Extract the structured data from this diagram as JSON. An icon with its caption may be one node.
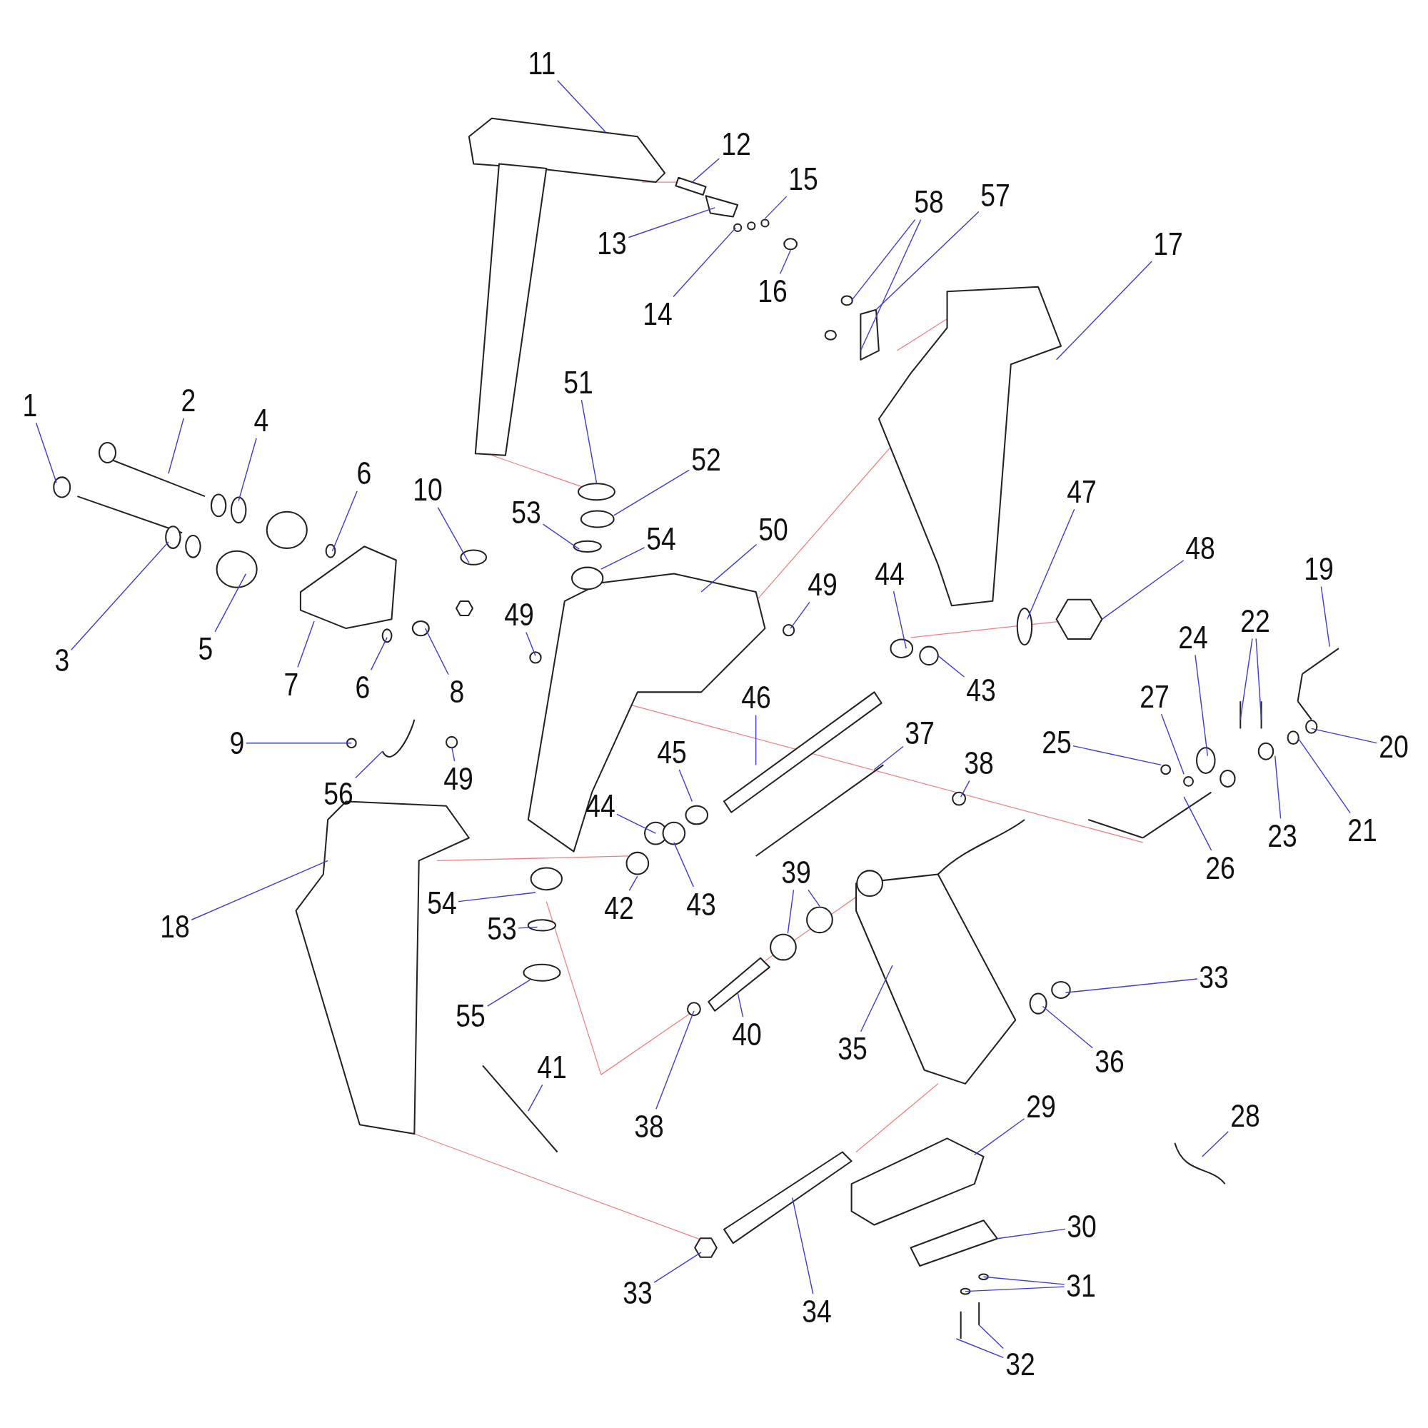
{
  "diagram": {
    "nodes": [
      {
        "text": [
          "11"
        ]
      },
      {
        "text": [
          "12"
        ]
      },
      {
        "text": [
          "15"
        ]
      },
      {
        "text": [
          "57"
        ]
      },
      {
        "text": [
          "58"
        ]
      },
      {
        "text": [
          "13"
        ]
      },
      {
        "text": [
          "17"
        ]
      },
      {
        "text": [
          "16"
        ]
      },
      {
        "text": [
          "14"
        ]
      },
      {
        "text": [
          "51"
        ]
      },
      {
        "text": [
          "2"
        ]
      },
      {
        "text": [
          "1"
        ]
      },
      {
        "text": [
          "4"
        ]
      },
      {
        "text": [
          "52"
        ]
      },
      {
        "text": [
          "6"
        ]
      },
      {
        "text": [
          "10"
        ]
      },
      {
        "text": [
          "47"
        ]
      },
      {
        "text": [
          "53"
        ]
      },
      {
        "text": [
          "50"
        ]
      },
      {
        "text": [
          "54"
        ]
      },
      {
        "text": [
          "48"
        ]
      },
      {
        "text": [
          "19"
        ]
      },
      {
        "text": [
          "44"
        ]
      },
      {
        "text": [
          "49"
        ]
      },
      {
        "text": [
          "49"
        ]
      },
      {
        "text": [
          "22"
        ]
      },
      {
        "text": [
          "24"
        ]
      },
      {
        "text": [
          "5"
        ]
      },
      {
        "text": [
          "3"
        ]
      },
      {
        "text": [
          "7"
        ]
      },
      {
        "text": [
          "6"
        ]
      },
      {
        "text": [
          "43"
        ]
      },
      {
        "text": [
          "46"
        ]
      },
      {
        "text": [
          "8"
        ]
      },
      {
        "text": [
          "27"
        ]
      },
      {
        "text": [
          "37"
        ]
      },
      {
        "text": [
          "25"
        ]
      },
      {
        "text": [
          "9"
        ]
      },
      {
        "text": [
          "20"
        ]
      },
      {
        "text": [
          "45"
        ]
      },
      {
        "text": [
          "38"
        ]
      },
      {
        "text": [
          "49"
        ]
      },
      {
        "text": [
          "56"
        ]
      },
      {
        "text": [
          "44"
        ]
      },
      {
        "text": [
          "21"
        ]
      },
      {
        "text": [
          "23"
        ]
      },
      {
        "text": [
          "26"
        ]
      },
      {
        "text": [
          "39"
        ]
      },
      {
        "text": [
          "54"
        ]
      },
      {
        "text": [
          "43"
        ]
      },
      {
        "text": [
          "42"
        ]
      },
      {
        "text": [
          "18"
        ]
      },
      {
        "text": [
          "53"
        ]
      },
      {
        "text": [
          "33"
        ]
      },
      {
        "text": [
          "55"
        ]
      },
      {
        "text": [
          "40"
        ]
      },
      {
        "text": [
          "35"
        ]
      },
      {
        "text": [
          "36"
        ]
      },
      {
        "text": [
          "41"
        ]
      },
      {
        "text": [
          "29"
        ]
      },
      {
        "text": [
          "28"
        ]
      },
      {
        "text": [
          "38"
        ]
      },
      {
        "text": [
          "30"
        ]
      },
      {
        "text": [
          "31"
        ]
      },
      {
        "text": [
          "33"
        ]
      },
      {
        "text": [
          "34"
        ]
      },
      {
        "text": [
          "32"
        ]
      }
    ],
    "edges": [
      {
        "from": 0,
        "to": null,
        "arrow": "none"
      },
      {
        "from": 1,
        "to": null,
        "arrow": "none"
      },
      {
        "from": 2,
        "to": null,
        "arrow": "none"
      },
      {
        "from": 3,
        "to": null,
        "arrow": "none"
      },
      {
        "from": 4,
        "to": null,
        "arrow": "none"
      },
      {
        "from": 4,
        "to": null,
        "arrow": "none"
      },
      {
        "from": 5,
        "to": null,
        "arrow": "none"
      },
      {
        "from": 6,
        "to": null,
        "arrow": "none"
      },
      {
        "from": 7,
        "to": null,
        "arrow": "none"
      },
      {
        "from": 8,
        "to": null,
        "arrow": "none"
      },
      {
        "from": 9,
        "to": null,
        "arrow": "none"
      },
      {
        "from": 10,
        "to": null,
        "arrow": "none"
      },
      {
        "from": 11,
        "to": null,
        "arrow": "none"
      },
      {
        "from": 12,
        "to": null,
        "arrow": "none"
      },
      {
        "from": 13,
        "to": null,
        "arrow": "none"
      },
      {
        "from": 14,
        "to": null,
        "arrow": "none"
      },
      {
        "from": 15,
        "to": null,
        "arrow": "none"
      },
      {
        "from": 16,
        "to": null,
        "arrow": "none"
      },
      {
        "from": 17,
        "to": null,
        "arrow": "none"
      },
      {
        "from": 18,
        "to": null,
        "arrow": "none"
      },
      {
        "from": 19,
        "to": null,
        "arrow": "none"
      },
      {
        "from": 20,
        "to": null,
        "arrow": "none"
      },
      {
        "from": 21,
        "to": null,
        "arrow": "none"
      },
      {
        "from": 22,
        "to": null,
        "arrow": "none"
      },
      {
        "from": 23,
        "to": null,
        "arrow": "none"
      },
      {
        "from": 24,
        "to": null,
        "arrow": "none"
      },
      {
        "from": 25,
        "to": null,
        "arrow": "none"
      },
      {
        "from": 25,
        "to": null,
        "arrow": "none"
      },
      {
        "from": 26,
        "to": null,
        "arrow": "none"
      },
      {
        "from": 27,
        "to": null,
        "arrow": "none"
      },
      {
        "from": 28,
        "to": null,
        "arrow": "none"
      },
      {
        "from": 29,
        "to": null,
        "arrow": "none"
      },
      {
        "from": 30,
        "to": null,
        "arrow": "none"
      },
      {
        "from": 31,
        "to": null,
        "arrow": "none"
      },
      {
        "from": 32,
        "to": null,
        "arrow": "none"
      },
      {
        "from": 33,
        "to": null,
        "arrow": "none"
      },
      {
        "from": 34,
        "to": null,
        "arrow": "none"
      },
      {
        "from": 35,
        "to": null,
        "arrow": "none"
      },
      {
        "from": 36,
        "to": null,
        "arrow": "none"
      },
      {
        "from": 37,
        "to": null,
        "arrow": "none"
      },
      {
        "from": 38,
        "to": null,
        "arrow": "none"
      },
      {
        "from": 39,
        "to": null,
        "arrow": "none"
      },
      {
        "from": 40,
        "to": null,
        "arrow": "none"
      },
      {
        "from": 41,
        "to": null,
        "arrow": "none"
      },
      {
        "from": 42,
        "to": null,
        "arrow": "none"
      },
      {
        "from": 43,
        "to": null,
        "arrow": "none"
      },
      {
        "from": 44,
        "to": null,
        "arrow": "none"
      },
      {
        "from": 45,
        "to": null,
        "arrow": "none"
      },
      {
        "from": 46,
        "to": null,
        "arrow": "none"
      },
      {
        "from": 47,
        "to": null,
        "arrow": "none"
      },
      {
        "from": 47,
        "to": null,
        "arrow": "none"
      },
      {
        "from": 48,
        "to": null,
        "arrow": "none"
      },
      {
        "from": 49,
        "to": null,
        "arrow": "none"
      },
      {
        "from": 50,
        "to": null,
        "arrow": "none"
      },
      {
        "from": 51,
        "to": null,
        "arrow": "none"
      },
      {
        "from": 52,
        "to": null,
        "arrow": "none"
      },
      {
        "from": 53,
        "to": null,
        "arrow": "none"
      },
      {
        "from": 54,
        "to": null,
        "arrow": "none"
      },
      {
        "from": 55,
        "to": null,
        "arrow": "none"
      },
      {
        "from": 56,
        "to": null,
        "arrow": "none"
      },
      {
        "from": 57,
        "to": null,
        "arrow": "none"
      },
      {
        "from": 58,
        "to": null,
        "arrow": "none"
      },
      {
        "from": 59,
        "to": null,
        "arrow": "none"
      },
      {
        "from": 60,
        "to": null,
        "arrow": "none"
      },
      {
        "from": 61,
        "to": null,
        "arrow": "none"
      },
      {
        "from": 62,
        "to": null,
        "arrow": "none"
      },
      {
        "from": 63,
        "to": null,
        "arrow": "none"
      },
      {
        "from": 63,
        "to": null,
        "arrow": "none"
      },
      {
        "from": 64,
        "to": null,
        "arrow": "none"
      },
      {
        "from": 65,
        "to": null,
        "arrow": "none"
      },
      {
        "from": 66,
        "to": null,
        "arrow": "none"
      },
      {
        "from": 66,
        "to": null,
        "arrow": "none"
      }
    ]
  }
}
